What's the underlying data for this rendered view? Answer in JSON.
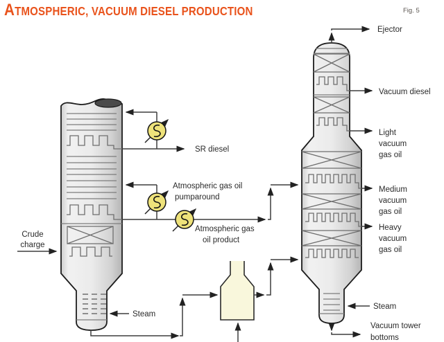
{
  "title": {
    "initial": "A",
    "rest": "TMOSPHERIC, VACUUM DIESEL PRODUCTION"
  },
  "figure_label": "Fig. 5",
  "colors": {
    "title_orange": "#e9531c",
    "figure_label_gray": "#5b5650",
    "label_text": "#2a2a2a",
    "pipe": "#3d3d3d",
    "vessel_outline": "#1c1c1c",
    "vessel_fill_light": "#f1f1f1",
    "vessel_fill_dark": "#b5b5b5",
    "internals_gray": "#7c7c7c",
    "exchanger_fill": "#eee27a",
    "furnace_fill": "#f9f7dc"
  },
  "labels": {
    "crude_charge": [
      "Crude",
      "charge"
    ],
    "steam_left": "Steam",
    "sr_diesel": "SR diesel",
    "ago_pumparound": [
      "Atmospheric gas oil",
      "pumparound"
    ],
    "ago_product": [
      "Atmospheric gas",
      "oil product"
    ],
    "ejector": "Ejector",
    "vacuum_diesel": "Vacuum diesel",
    "light_vgo": [
      "Light",
      "vacuum",
      "gas oil"
    ],
    "medium_vgo": [
      "Medium",
      "vacuum",
      "gas oil"
    ],
    "heavy_vgo": [
      "Heavy",
      "vacuum",
      "gas oil"
    ],
    "steam_right": "Steam",
    "vacuum_bottoms": [
      "Vacuum tower",
      "bottoms"
    ]
  }
}
